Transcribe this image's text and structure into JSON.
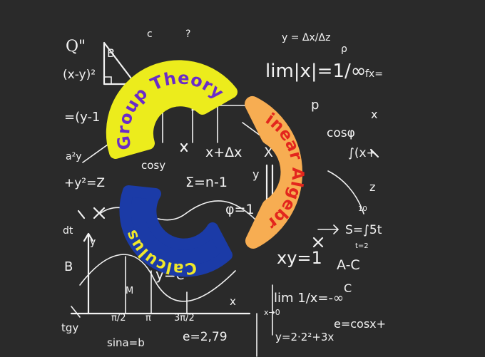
{
  "labels": {
    "group_theory": "Group Theory",
    "linear_algebra": "Linear Algebra",
    "calculus": "Calculus"
  },
  "colors": {
    "background": "#2a2a2a",
    "chalk": "#f2f2f2",
    "group_theory_fill": "#ecec1c",
    "group_theory_text": "#6a2bc8",
    "linear_algebra_fill": "#f7ad52",
    "linear_algebra_text": "#e3261d",
    "calculus_fill": "#1b3ba7",
    "calculus_text": "#f0e82a"
  },
  "formulas": [
    "Q\"",
    "(x-y)²",
    "B",
    "c",
    "?",
    "y = Δx/Δz",
    "ρ",
    "lim|x|=1/∞",
    "fx=",
    "=(y-1",
    "ΔX",
    "p",
    "cosφ",
    "x",
    "a²y",
    "cosy",
    "x+Δx",
    "X",
    "∫(x+",
    "+y²=Z",
    "Σ=n-1",
    "y",
    "z",
    "φ=1",
    "dt",
    "S=∫5t",
    "t=2",
    "10",
    "B",
    "y",
    "y=e",
    "xy=1",
    "A-C",
    "M",
    "lim 1/x=-∞",
    "C",
    "π/2",
    "π",
    "3π/2",
    "x",
    "x→0",
    "e=cosx+",
    "tgy",
    "sina=b",
    "e=2,79",
    "y=2·2²+3x"
  ]
}
